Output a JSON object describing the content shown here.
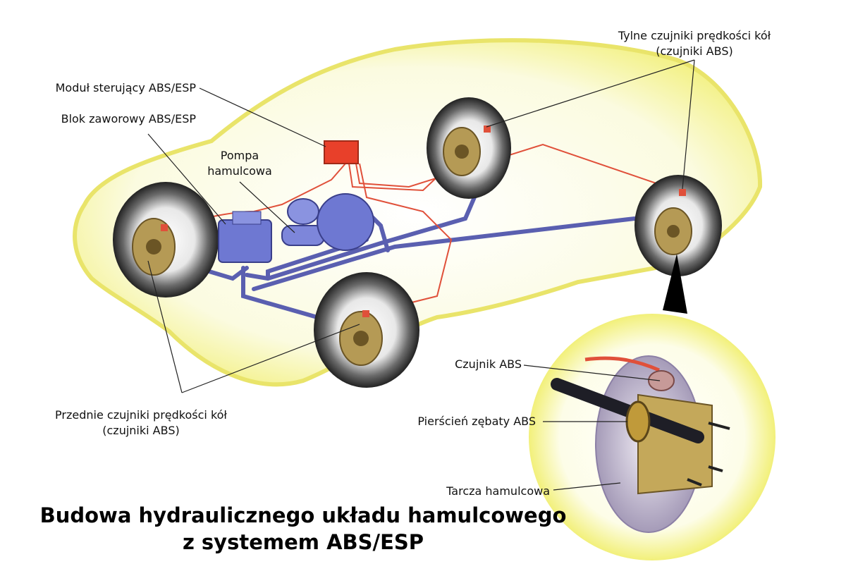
{
  "labels": {
    "control_module": "Moduł sterujący ABS/ESP",
    "valve_block": "Blok zaworowy ABS/ESP",
    "pump_line1": "Pompa",
    "pump_line2": "hamulcowa",
    "rear_sensors_line1": "Tylne czujniki prędkości kół",
    "rear_sensors_line2": "(czujniki ABS)",
    "front_sensors_line1": "Przednie czujniki prędkości kół",
    "front_sensors_line2": "(czujniki ABS)",
    "abs_sensor": "Czujnik ABS",
    "toothed_ring": "Pierścień zębaty ABS",
    "brake_disc": "Tarcza hamulcowa"
  },
  "title": {
    "line1": "Budowa hydraulicznego układu hamulcowego",
    "line2": "z systemem ABS/ESP"
  },
  "colors": {
    "car_body": "#f2f07a",
    "brake_lines": "#5a5fb0",
    "sensor_wires": "#e0503a",
    "module": "#e8402a",
    "tire": "#2a2a2a",
    "hub": "#b59a55"
  }
}
